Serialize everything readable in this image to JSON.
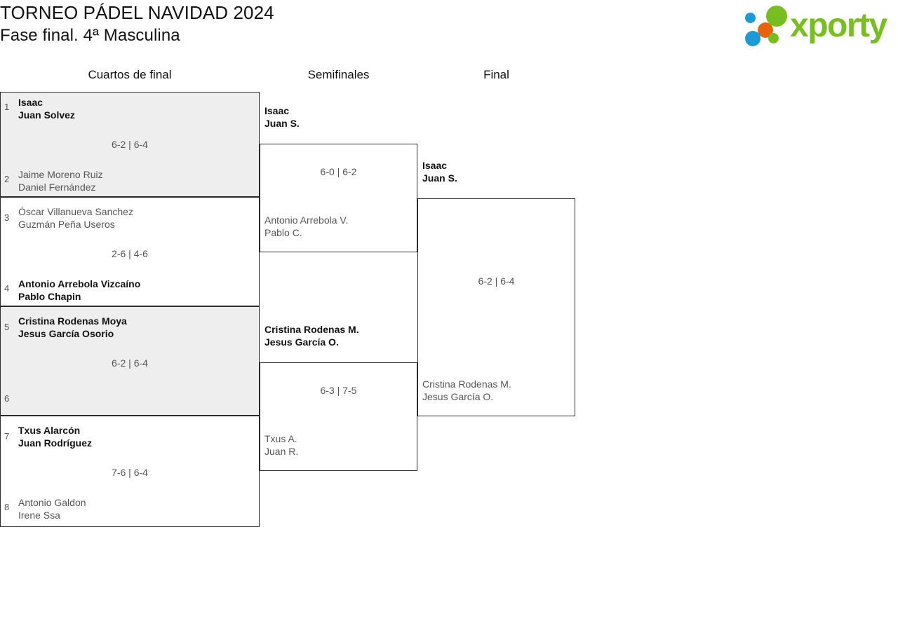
{
  "header": {
    "title_line1": "TORNEO PÁDEL NAVIDAD 2024",
    "title_line2": "Fase final. 4ª Masculina",
    "logo": {
      "text": "xporty",
      "colors": {
        "green": "#78be20",
        "blue": "#1b9ad6",
        "orange": "#e8640c"
      },
      "dots": [
        "blue-small",
        "orange",
        "green-large",
        "blue-large",
        "green-small"
      ]
    }
  },
  "rounds": [
    {
      "label": "Cuartos de final"
    },
    {
      "label": "Semifinales"
    },
    {
      "label": "Final"
    }
  ],
  "quarterfinals": [
    {
      "shaded": true,
      "score": "6-2 | 6-4",
      "top": {
        "seed": "1",
        "line1": "Isaac",
        "line2": "Juan Solvez",
        "winner": true
      },
      "bottom": {
        "seed": "2",
        "line1": "Jaime Moreno Ruiz",
        "line2": "Daniel Fernández",
        "winner": false
      }
    },
    {
      "shaded": false,
      "score": "2-6 | 4-6",
      "top": {
        "seed": "3",
        "line1": "Óscar Villanueva Sanchez",
        "line2": "Guzmán Peña Useros",
        "winner": false
      },
      "bottom": {
        "seed": "4",
        "line1": "Antonio Arrebola Vizcaíno",
        "line2": "Pablo Chapin",
        "winner": true
      }
    },
    {
      "shaded": true,
      "score": "6-2 | 6-4",
      "top": {
        "seed": "5",
        "line1": "Cristina Rodenas Moya",
        "line2": "Jesus García Osorio",
        "winner": true
      },
      "bottom": {
        "seed": "6",
        "line1": "",
        "line2": "",
        "winner": false
      }
    },
    {
      "shaded": false,
      "score": "7-6 | 6-4",
      "top": {
        "seed": "7",
        "line1": "Txus Alarcón",
        "line2": "Juan Rodríguez",
        "winner": true
      },
      "bottom": {
        "seed": "8",
        "line1": "Antonio Galdon",
        "line2": "Irene Ssa",
        "winner": false
      }
    }
  ],
  "semifinals": [
    {
      "score": "6-0 | 6-2",
      "top": {
        "line1": "Isaac",
        "line2": "Juan S.",
        "winner": true
      },
      "bottom": {
        "line1": "Antonio Arrebola V.",
        "line2": "Pablo C.",
        "winner": false
      }
    },
    {
      "score": "6-3 | 7-5",
      "top": {
        "line1": "Cristina Rodenas M.",
        "line2": "Jesus García O.",
        "winner": true
      },
      "bottom": {
        "line1": "Txus A.",
        "line2": "Juan R.",
        "winner": false
      }
    }
  ],
  "final": {
    "score": "6-2 | 6-4",
    "top": {
      "line1": "Isaac",
      "line2": "Juan S.",
      "winner": true
    },
    "bottom": {
      "line1": "Cristina Rodenas M.",
      "line2": "Jesus García O.",
      "winner": false
    }
  }
}
